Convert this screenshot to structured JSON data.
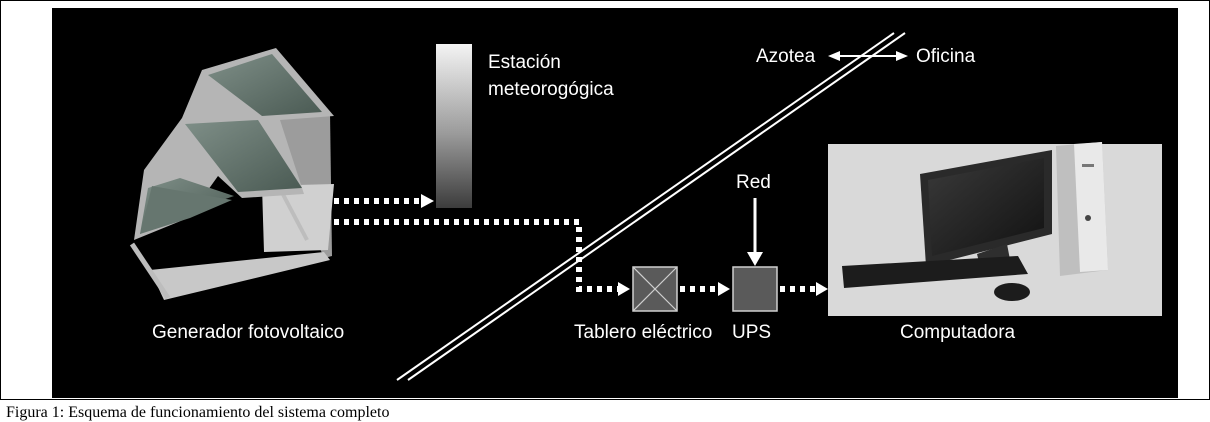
{
  "labels": {
    "generator": "Generador fotovoltaico",
    "station_line1": "Estación",
    "station_line2": "meteorogógica",
    "rooftop": "Azotea",
    "office": "Oficina",
    "grid": "Red",
    "panel_board": "Tablero eléctrico",
    "ups": "UPS",
    "computer": "Computadora"
  },
  "caption": "Figura 1: Esquema de funcionamiento del sistema completo",
  "colors": {
    "background": "#000000",
    "text": "#ffffff",
    "dotted_arrow": "#ffffff",
    "box_fill": "#5a5a5a",
    "panel_cell": "#5c6b64"
  }
}
